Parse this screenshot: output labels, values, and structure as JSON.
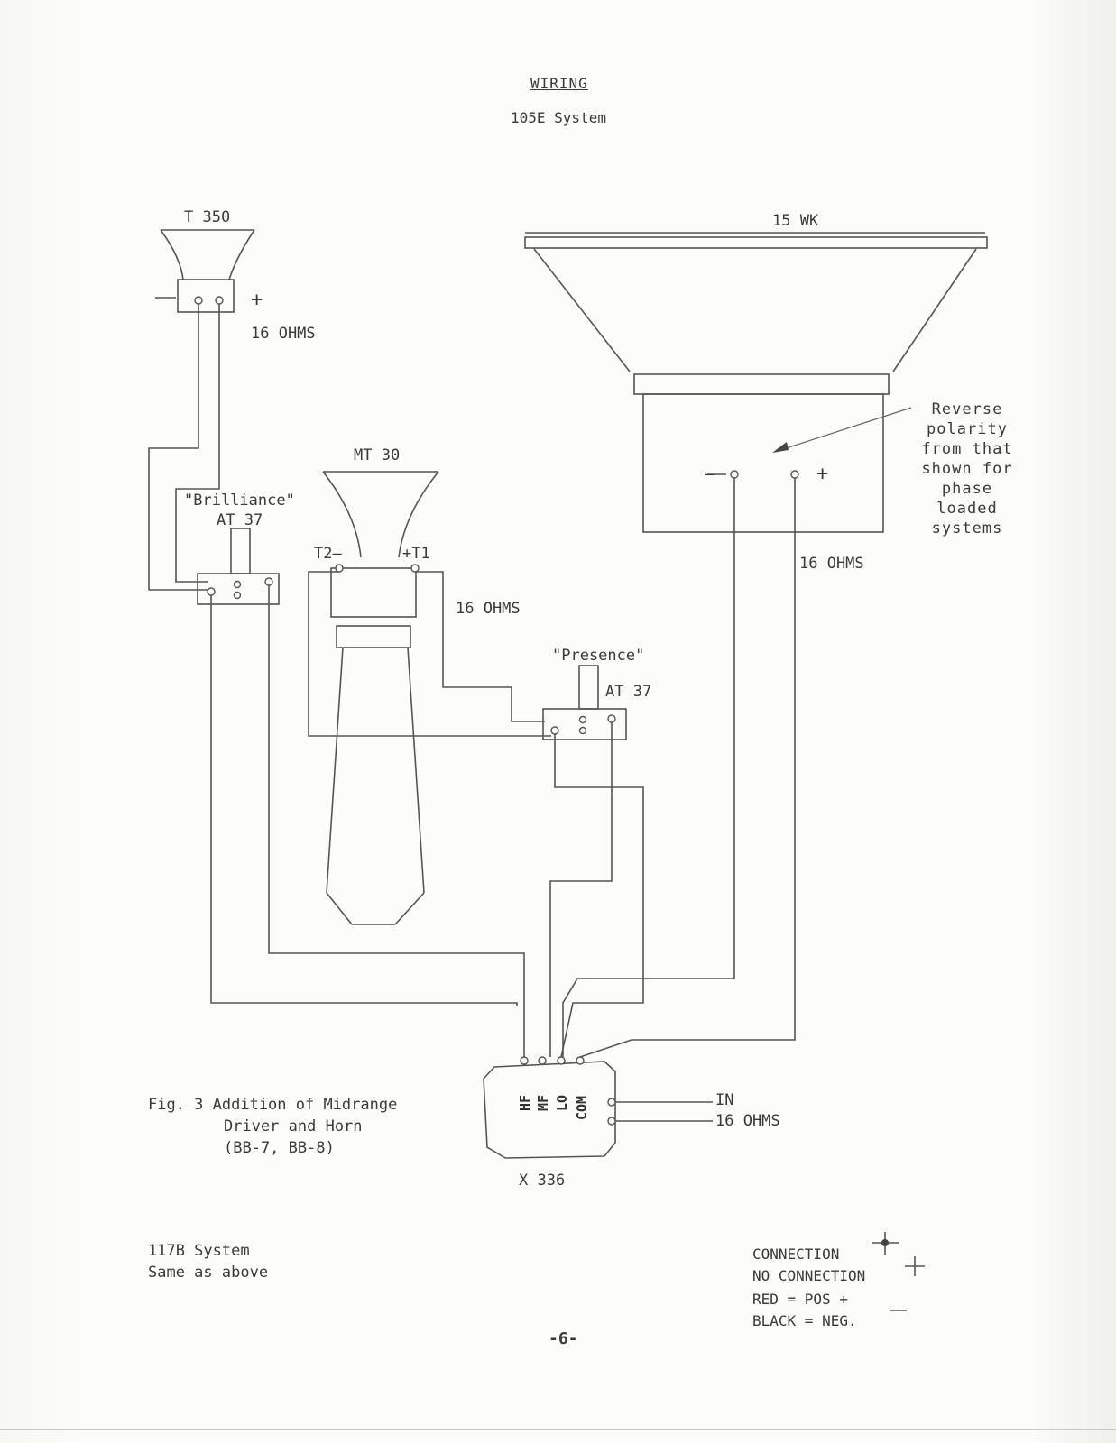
{
  "header": {
    "title": "WIRING",
    "subtitle": "105E System"
  },
  "tweeter": {
    "model": "T 350",
    "minus": "—",
    "plus": "+",
    "impedance": "16 OHMS"
  },
  "woofer": {
    "model": "15 WK",
    "minus": "—",
    "plus": "+",
    "impedance": "16 OHMS",
    "note": [
      "Reverse",
      "polarity",
      "from that",
      "shown for",
      "phase",
      "loaded",
      "systems"
    ]
  },
  "midrange": {
    "model": "MT 30",
    "t2": "T2—",
    "t1": "+T1",
    "impedance": "16 OHMS"
  },
  "brilliance": {
    "label": "\"Brilliance\"",
    "model": "AT 37"
  },
  "presence": {
    "label": "\"Presence\"",
    "model": "AT 37"
  },
  "crossover": {
    "model": "X 336",
    "terminals": [
      "HF",
      "MF",
      "LO",
      "COM"
    ],
    "input_label": "IN",
    "input_impedance": "16 OHMS"
  },
  "figure": {
    "caption_lines": [
      "Fig. 3 Addition of Midrange",
      "Driver and Horn",
      "(BB-7, BB-8)"
    ]
  },
  "other_system": {
    "lines": [
      "117B System",
      "Same as above"
    ]
  },
  "legend": {
    "connection": "CONNECTION",
    "no_connection": "NO CONNECTION",
    "red": "RED = POS +",
    "black": "BLACK = NEG."
  },
  "footer": {
    "page_number": "-6-"
  }
}
